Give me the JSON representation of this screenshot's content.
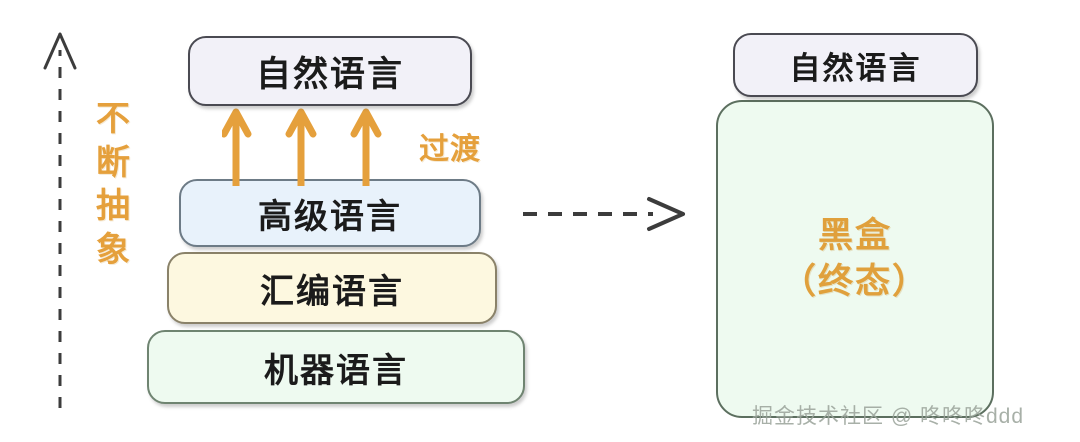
{
  "diagram": {
    "title": "programming-language-abstraction-diagram",
    "colors": {
      "orange": "#e5a03c",
      "lavender": "#f2f1f8",
      "blue": "#e8f2fb",
      "yellow": "#fdf8e0",
      "green": "#eefaf0",
      "outline": "#5a5a5a"
    }
  },
  "left_stack": {
    "axis_caption_chars": [
      "不",
      "断",
      "抽",
      "象"
    ],
    "axis_caption": "不断抽象",
    "layers": [
      {
        "label": "自然语言",
        "color": "#f2f1f8",
        "level": "top"
      },
      {
        "label": "高级语言",
        "color": "#e8f2fb",
        "level": "high"
      },
      {
        "label": "汇编语言",
        "color": "#fdf8e0",
        "level": "assembly"
      },
      {
        "label": "机器语言",
        "color": "#eefaf0",
        "level": "machine"
      }
    ],
    "transition_label": "过渡",
    "transition_arrow_count": 3
  },
  "right_panel": {
    "header_label": "自然语言",
    "body_lines": [
      "黑盒",
      "（终态）"
    ]
  },
  "watermark": {
    "text": "掘金技术社区 @ 咚咚咚ddd"
  }
}
